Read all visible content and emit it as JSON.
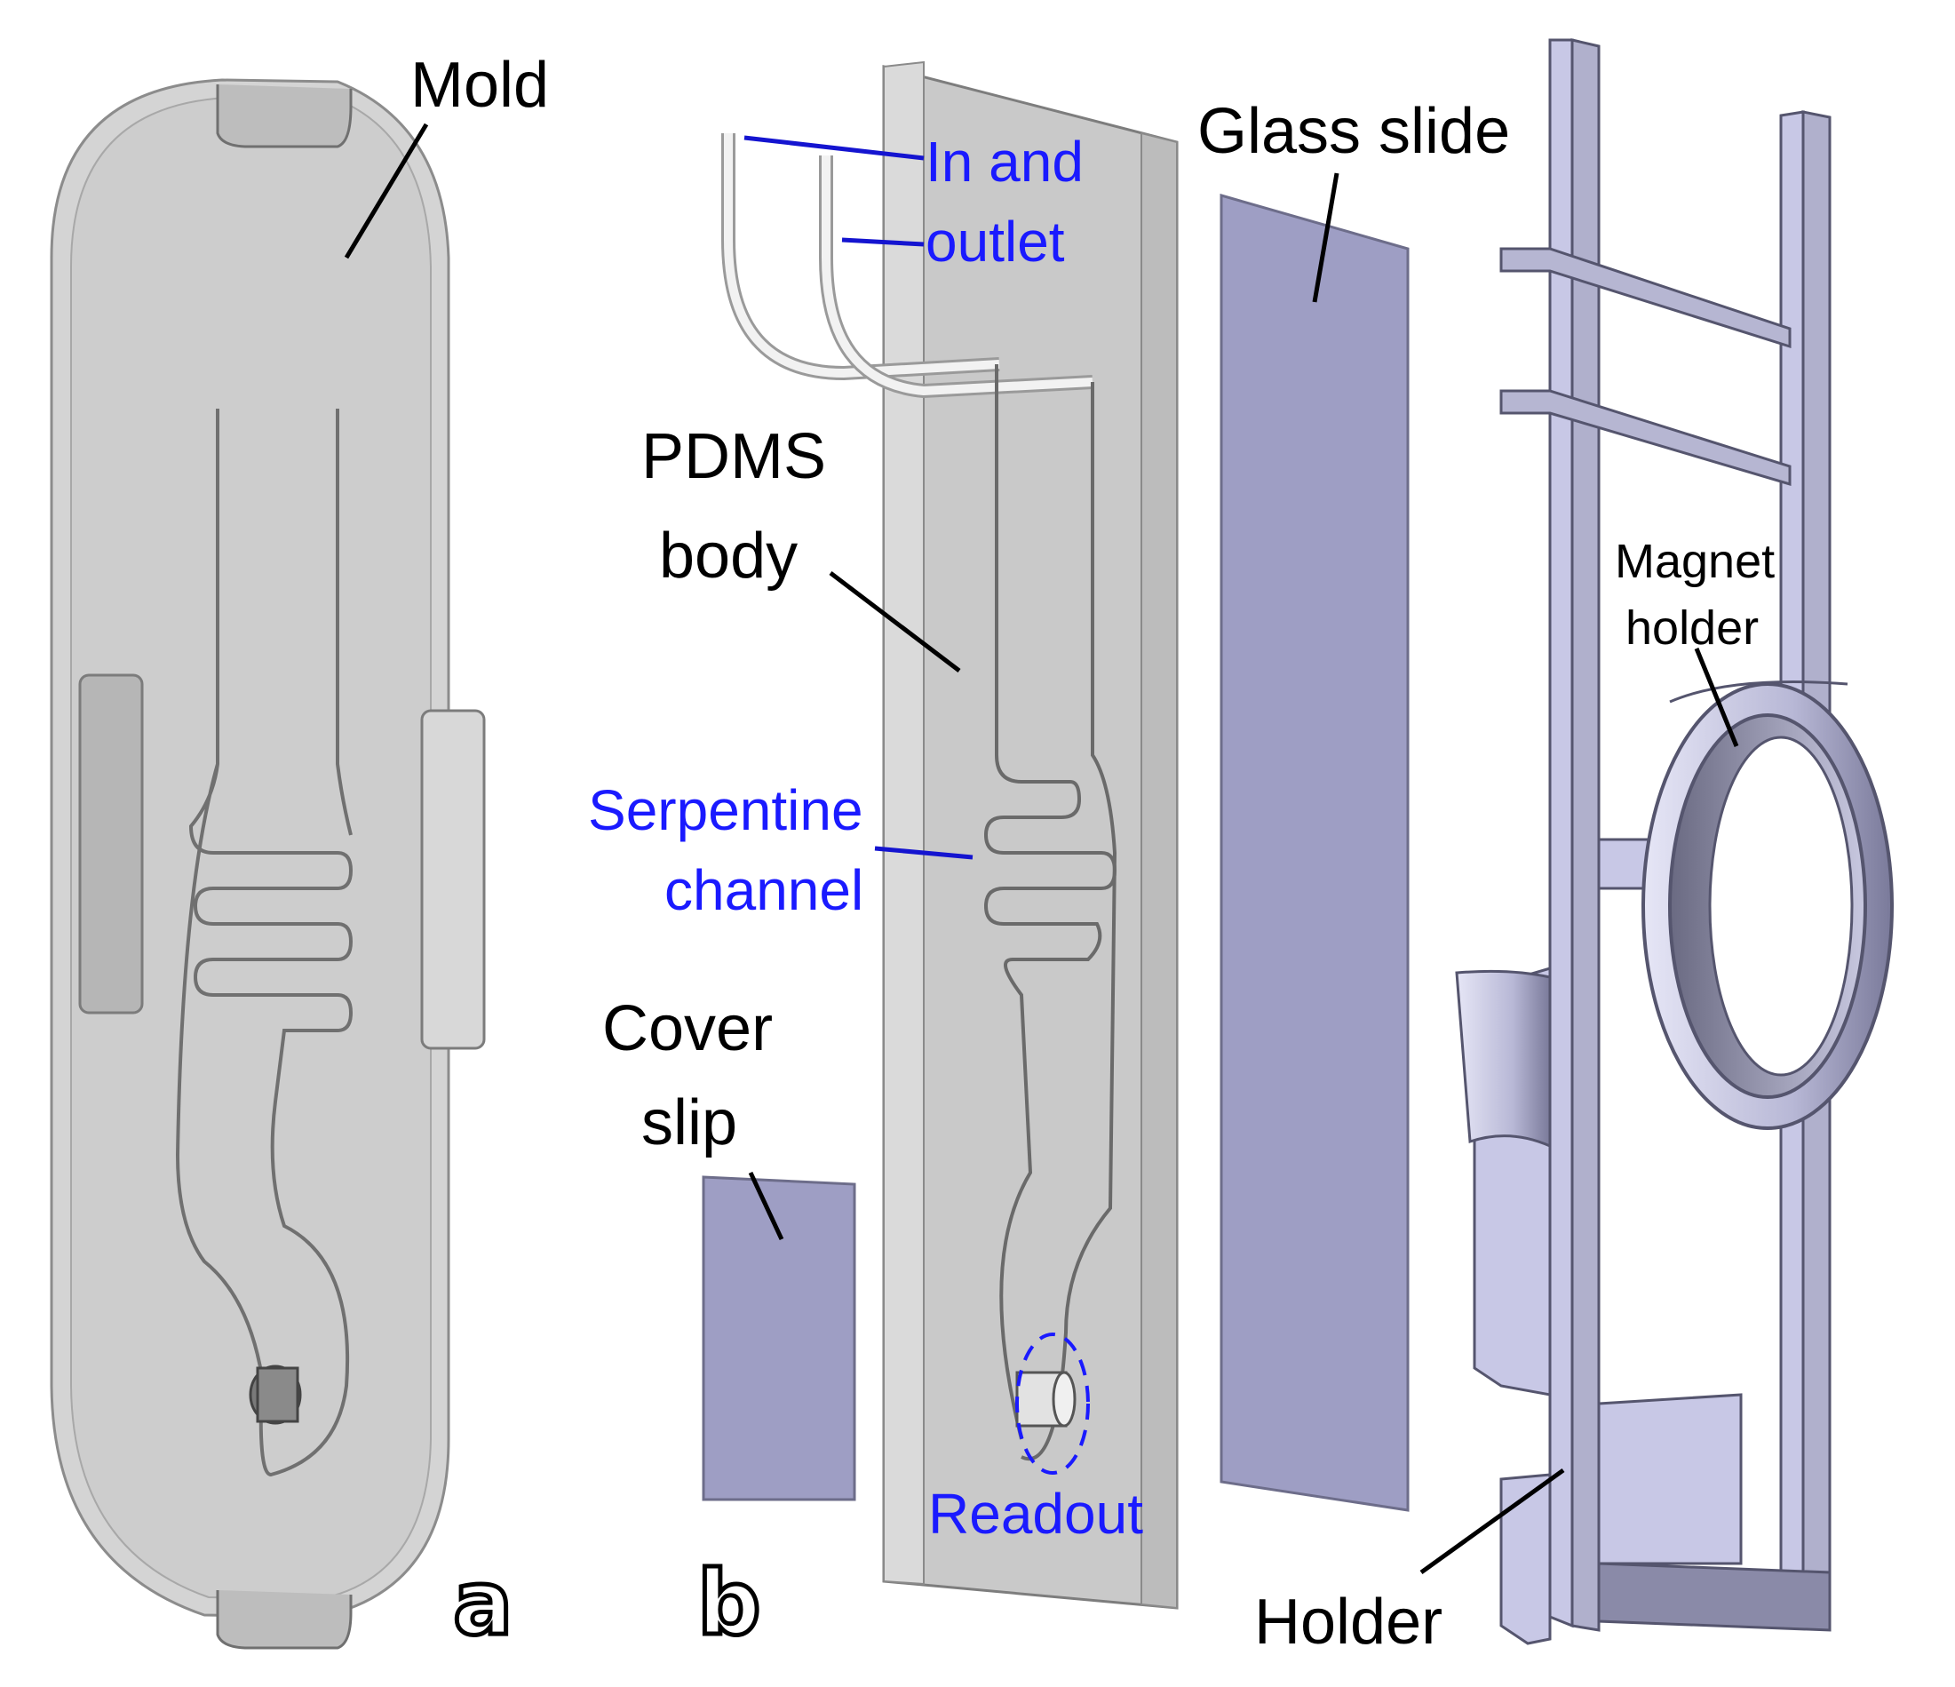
{
  "labels": {
    "mold": "Mold",
    "in_outlet_1": "In and",
    "in_outlet_2": "outlet",
    "glass_slide": "Glass slide",
    "pdms_1": "PDMS",
    "pdms_2": "body",
    "magnet_1": "Magnet",
    "magnet_2": "holder",
    "serpentine_1": "Serpentine",
    "serpentine_2": "channel",
    "cover_1": "Cover",
    "cover_2": "slip",
    "readout": "Readout",
    "holder": "Holder",
    "panel_a": "a",
    "panel_b": "b"
  },
  "colors": {
    "mold_fill": "#cfcfcf",
    "mold_edge": "#9a9a9a",
    "glass_fill": "#9e9ec4",
    "holder_fill": "#c8c8e6",
    "holder_dark": "#8a8aa8",
    "blue_text": "#1a1aff",
    "leader_blue": "#1414d0"
  }
}
